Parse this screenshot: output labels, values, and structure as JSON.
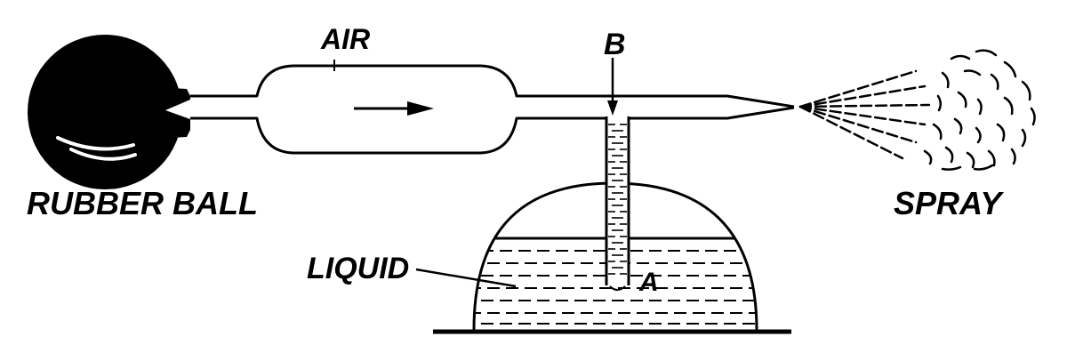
{
  "diagram": {
    "labels": {
      "rubber_ball": "RUBBER BALL",
      "air": "AIR",
      "point_b": "B",
      "spray": "SPRAY",
      "liquid": "LIQUID",
      "point_a": "A"
    }
  }
}
